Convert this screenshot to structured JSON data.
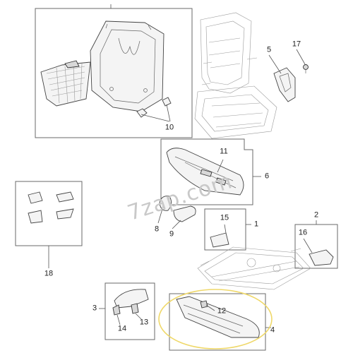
{
  "diagram": {
    "watermark": "7zap.com",
    "highlight_color": "#efd869",
    "line_color": "#444444",
    "callouts": {
      "c1": "1",
      "c2": "2",
      "c3": "3",
      "c4": "4",
      "c5": "5",
      "c6": "6",
      "c8": "8",
      "c9": "9",
      "c10": "10",
      "c11": "11",
      "c12": "12",
      "c13": "13",
      "c14": "14",
      "c15": "15",
      "c16": "16",
      "c17": "17",
      "c18": "18"
    }
  }
}
